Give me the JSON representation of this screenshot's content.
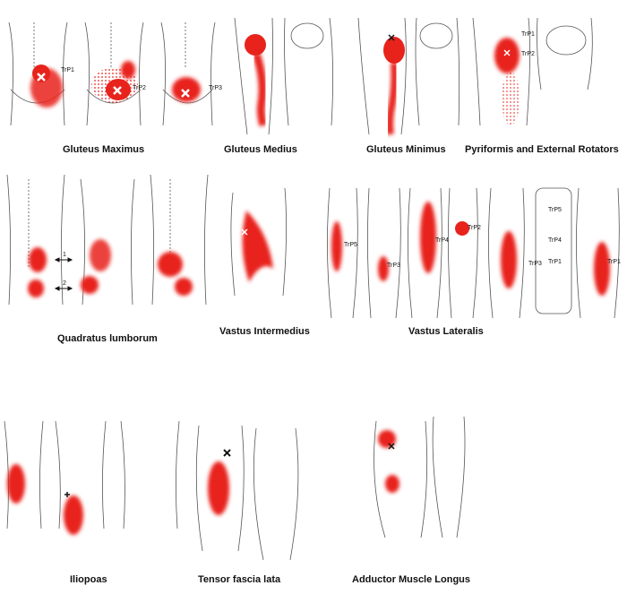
{
  "captions": {
    "gluteus_maximus": "Gluteus Maximus",
    "gluteus_medius": "Gluteus Medius",
    "gluteus_minimus": "Gluteus Minimus",
    "pyriformis": "Pyriformis and External Rotators",
    "quadratus_lumborum": "Quadratus lumborum",
    "vastus_intermedius": "Vastus Intermedius",
    "vastus_lateralis": "Vastus Lateralis",
    "iliopoas": "Iliopoas",
    "tensor_fascia_lata": "Tensor fascia lata",
    "adductor_longus": "Adductor Muscle Longus"
  },
  "labels": {
    "trp1": "TrP1",
    "trp2": "TrP2",
    "trp3": "TrP3",
    "trp4": "TrP4",
    "trp5": "TrP5",
    "ql_arrow1": "1",
    "ql_arrow2": "2"
  },
  "colors": {
    "pain": "#e8231c",
    "outline": "#555555",
    "text": "#111111"
  }
}
